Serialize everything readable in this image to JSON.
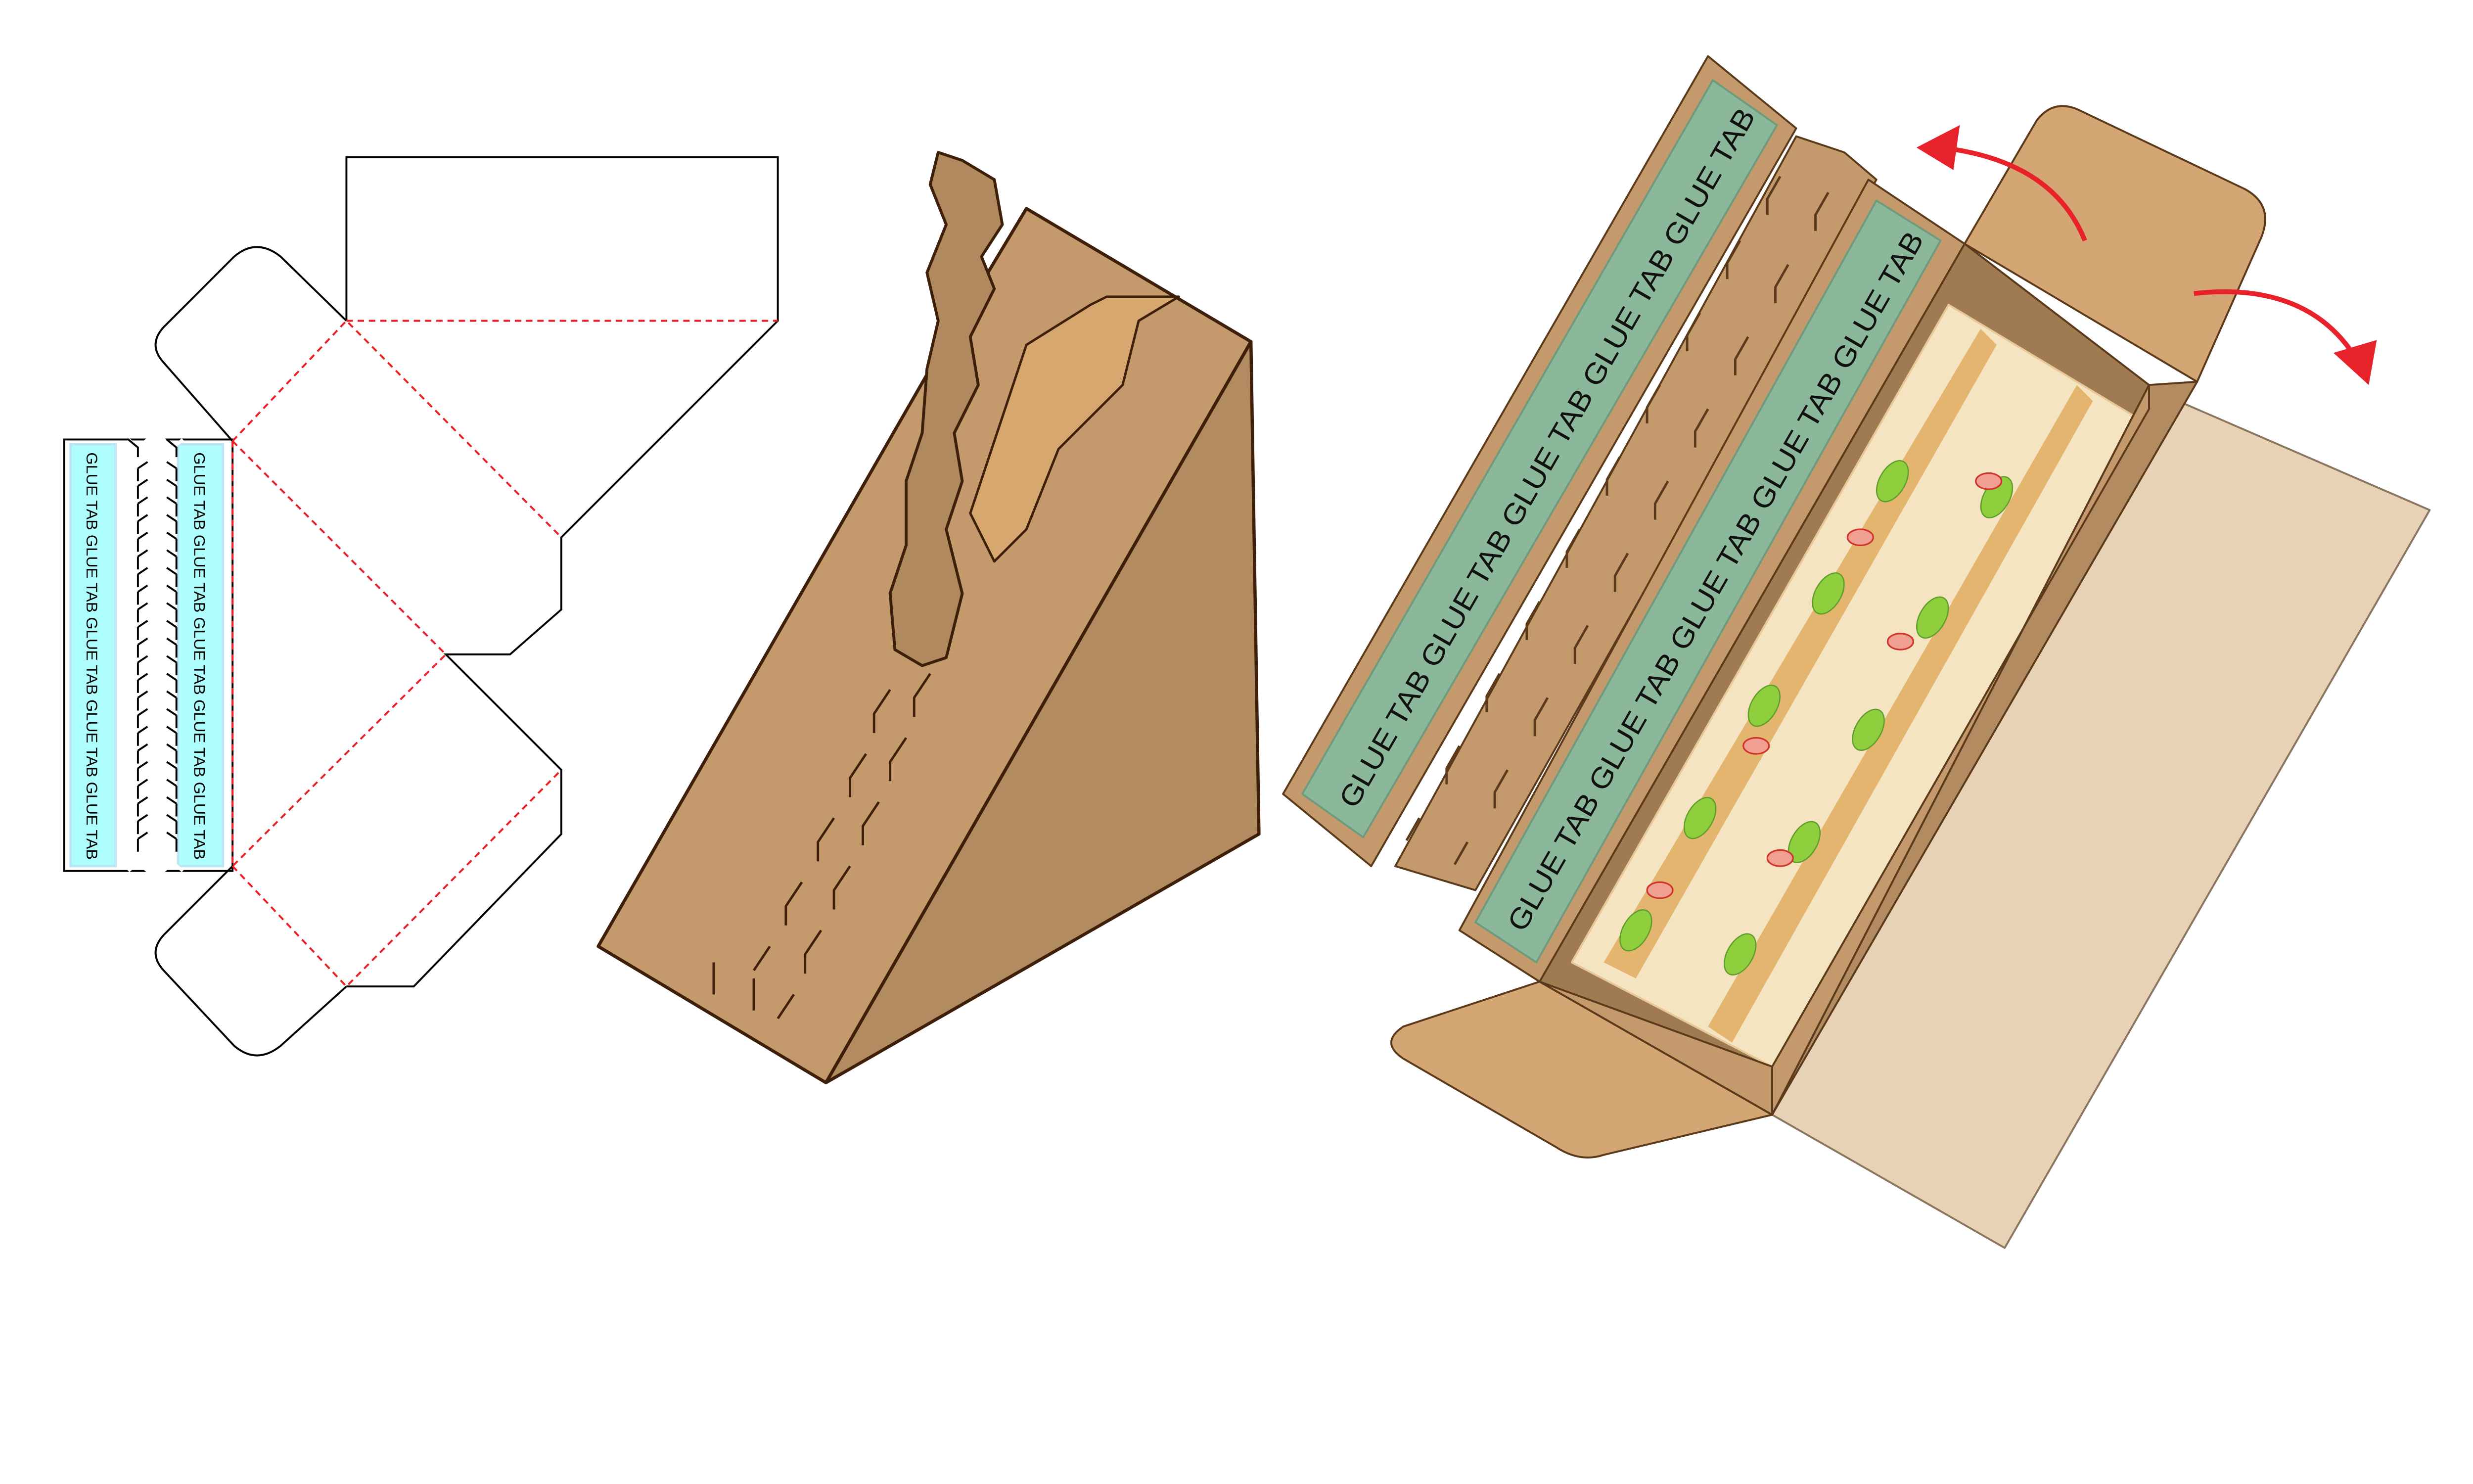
{
  "title": "Sandwich wedge box die-line and 3D mockup",
  "dieline": {
    "glue_tab_left": "GLUE TAB GLUE TAB GLUE TAB GLUE TAB GLUE TAB",
    "glue_tab_right": "GLUE TAB GLUE TAB GLUE TAB GLUE TAB GLUE TAB"
  },
  "mockup": {
    "glue_tab_strip_1": "GLUE TAB GLUE TAB GLUE TAB GLUE TAB GLUE TAB",
    "glue_tab_strip_2": "GLUE TAB GLUE TAB GLUE TAB GLUE TAB GLUE TAB"
  },
  "colors": {
    "cut_line": "#000000",
    "fold_line": "#ee1c25",
    "glue_fill": "#aefefe",
    "kraft_front": "#c49a6c",
    "kraft_side": "#b38b60",
    "kraft_flap": "#d4a673",
    "glue_strip_3d": "#8bb89a",
    "arrow": "#e8222a",
    "bread": "#f4e4c1"
  }
}
